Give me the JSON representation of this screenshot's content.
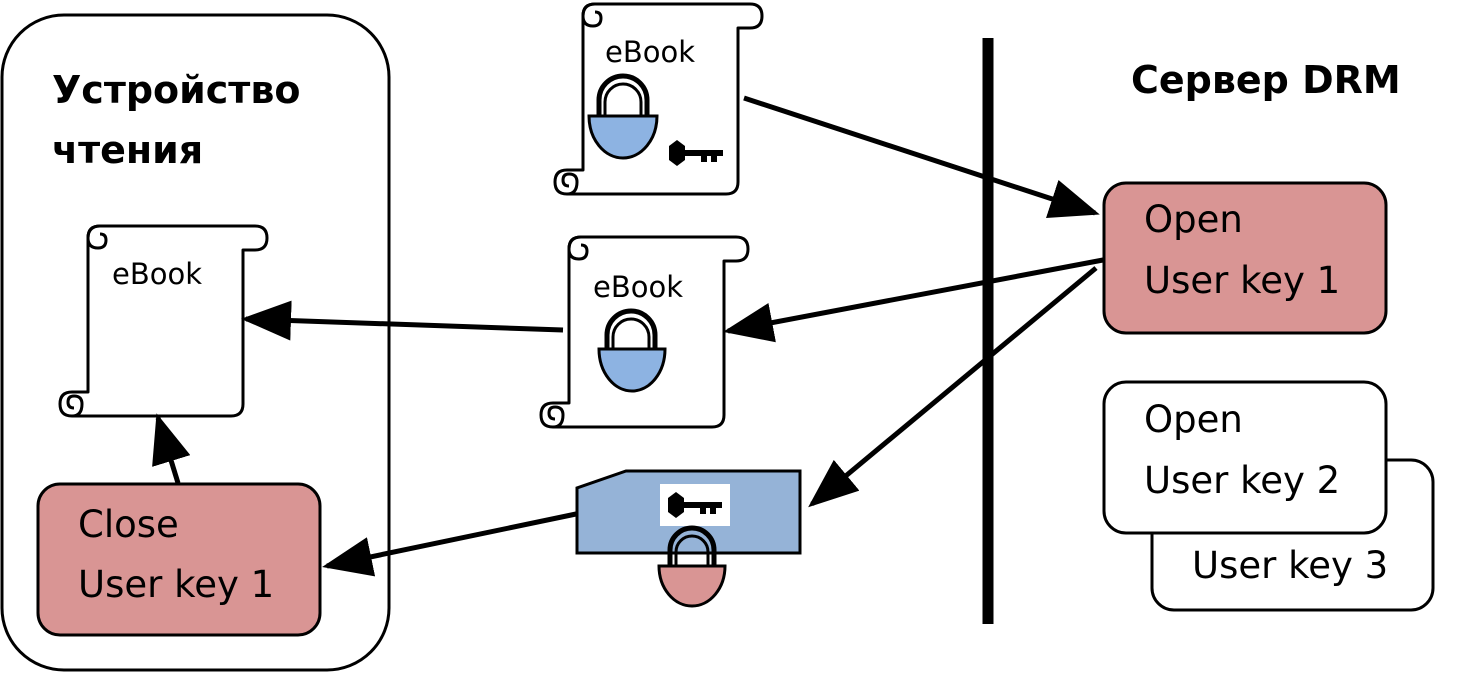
{
  "device": {
    "title_line1": "Устройство",
    "title_line2": "чтения"
  },
  "server": {
    "title": "Сервер DRM"
  },
  "documents": {
    "encrypted_with_key": "eBook",
    "encrypted": "eBook",
    "decrypted": "eBook"
  },
  "keys": {
    "open_user_key_1": {
      "line1": "Open",
      "line2": "User key 1"
    },
    "open_user_key_2": {
      "line1": "Open",
      "line2": "User key 2"
    },
    "user_key_3": {
      "line1": "User key 3"
    },
    "close_user_key_1": {
      "line1": "Close",
      "line2": "User key 1"
    }
  },
  "colors": {
    "key_box_fill": "#d99594",
    "lock_blue": "#8db3e2",
    "lock_red": "#d99594",
    "package_fill": "#95b3d7",
    "stroke": "#000000"
  }
}
